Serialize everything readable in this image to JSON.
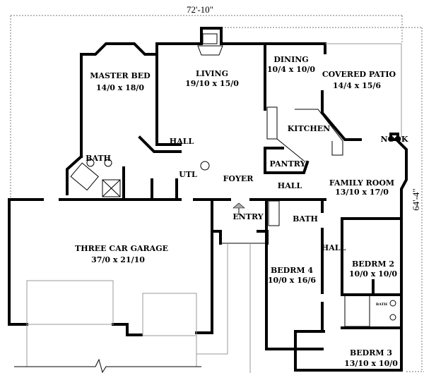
{
  "dimensions": {
    "width": "72'-10\"",
    "depth": "64'-4\""
  },
  "rooms": [
    {
      "name": "MASTER BED",
      "size": "14/0 x 18/0"
    },
    {
      "name": "LIVING",
      "size": "19/10 x 15/0"
    },
    {
      "name": "DINING",
      "size": "10/4 x 10/0"
    },
    {
      "name": "COVERED PATIO",
      "size": "14/4 x 15/6"
    },
    {
      "name": "KITCHEN"
    },
    {
      "name": "HALL"
    },
    {
      "name": "NOOK"
    },
    {
      "name": "BATH"
    },
    {
      "name": "PANTRY"
    },
    {
      "name": "UTL"
    },
    {
      "name": "FOYER"
    },
    {
      "name": "HALL"
    },
    {
      "name": "FAMILY ROOM",
      "size": "13/10 x 17/0"
    },
    {
      "name": "ENTRY"
    },
    {
      "name": "BATH"
    },
    {
      "name": "HALL"
    },
    {
      "name": "THREE CAR GARAGE",
      "size": "37/0 x 21/10"
    },
    {
      "name": "BEDRM 4",
      "size": "10/0 x 16/6"
    },
    {
      "name": "BEDRM 2",
      "size": "10/0 x 10/0"
    },
    {
      "name": "BATH"
    },
    {
      "name": "BEDRM 3",
      "size": "13/10 x 10/0"
    }
  ]
}
